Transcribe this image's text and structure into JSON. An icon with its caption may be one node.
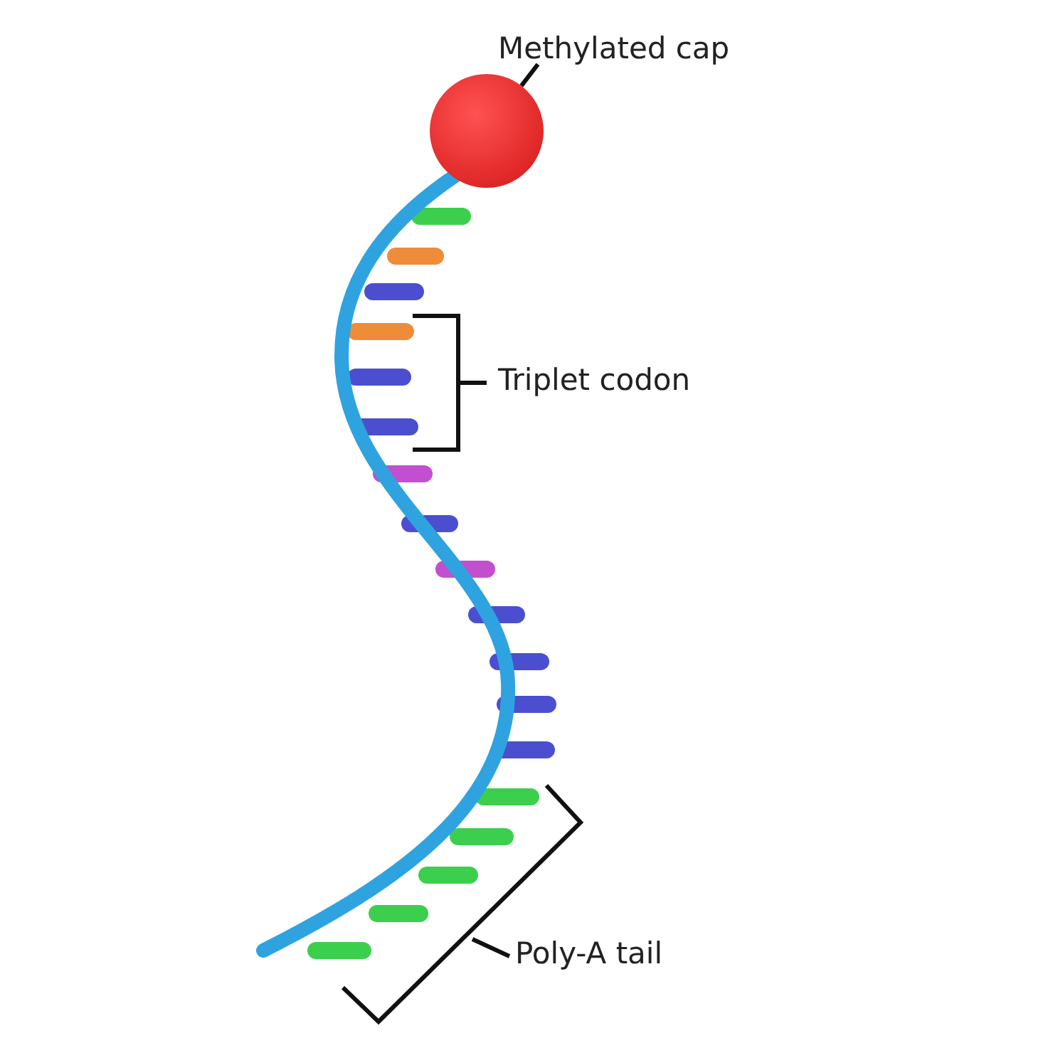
{
  "diagram": {
    "nodes": [
      {
        "text": [
          "Methylated cap"
        ]
      },
      {
        "text": [],
        "shape": "circle"
      }
    ],
    "edges": [
      {
        "from": 0,
        "to": 1,
        "arrow": "none"
      }
    ],
    "labels": [
      "Triplet codon",
      "Poly-A tail"
    ]
  }
}
